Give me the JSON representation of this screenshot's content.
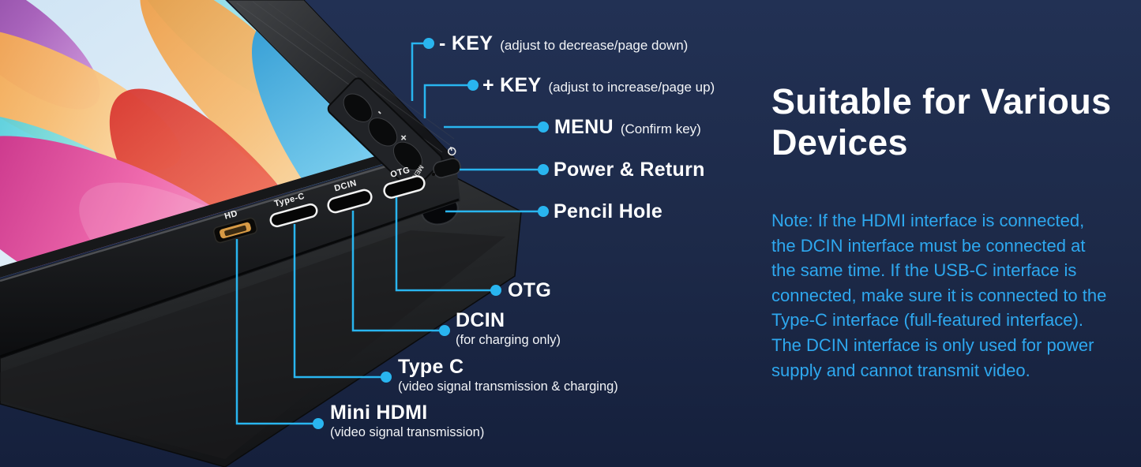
{
  "theme": {
    "background": "#1d2a49",
    "accent_line": "#29b5ef",
    "note_color": "#2ea8ef",
    "label_color": "#ffffff"
  },
  "heading": {
    "text": "Suitable for Various\nDevices"
  },
  "note": {
    "text": "Note: If the HDMI interface is connected,\nthe DCIN interface must be connected at\nthe same time. If the USB-C interface is\nconnected, make sure it is connected to the\nType-C interface (full-featured interface).\nThe DCIN interface is only used for power\nsupply and cannot transmit video."
  },
  "callouts": [
    {
      "id": "minus-key",
      "label": "- KEY",
      "sublabel": "(adjust to decrease/page down)"
    },
    {
      "id": "plus-key",
      "label": "+ KEY",
      "sublabel": "(adjust to increase/page up)"
    },
    {
      "id": "menu",
      "label": "MENU",
      "sublabel": "(Confirm key)"
    },
    {
      "id": "power",
      "label": "Power & Return",
      "sublabel": ""
    },
    {
      "id": "pencil",
      "label": "Pencil Hole",
      "sublabel": ""
    },
    {
      "id": "otg",
      "label": "OTG",
      "sublabel": ""
    },
    {
      "id": "dcin",
      "label": "DCIN",
      "sublabel": "(for charging only)"
    },
    {
      "id": "type-c",
      "label": "Type C",
      "sublabel": "(video signal transmission & charging)"
    },
    {
      "id": "mini-hdmi",
      "label": "Mini HDMI",
      "sublabel": "(video signal transmission)"
    }
  ],
  "device": {
    "port_labels": {
      "hd": "HD",
      "type_c": "Type-C",
      "dcin": "DCIN",
      "otg": "OTG"
    },
    "button_labels": {
      "minus": "-",
      "plus": "+",
      "menu": "MENU"
    }
  }
}
